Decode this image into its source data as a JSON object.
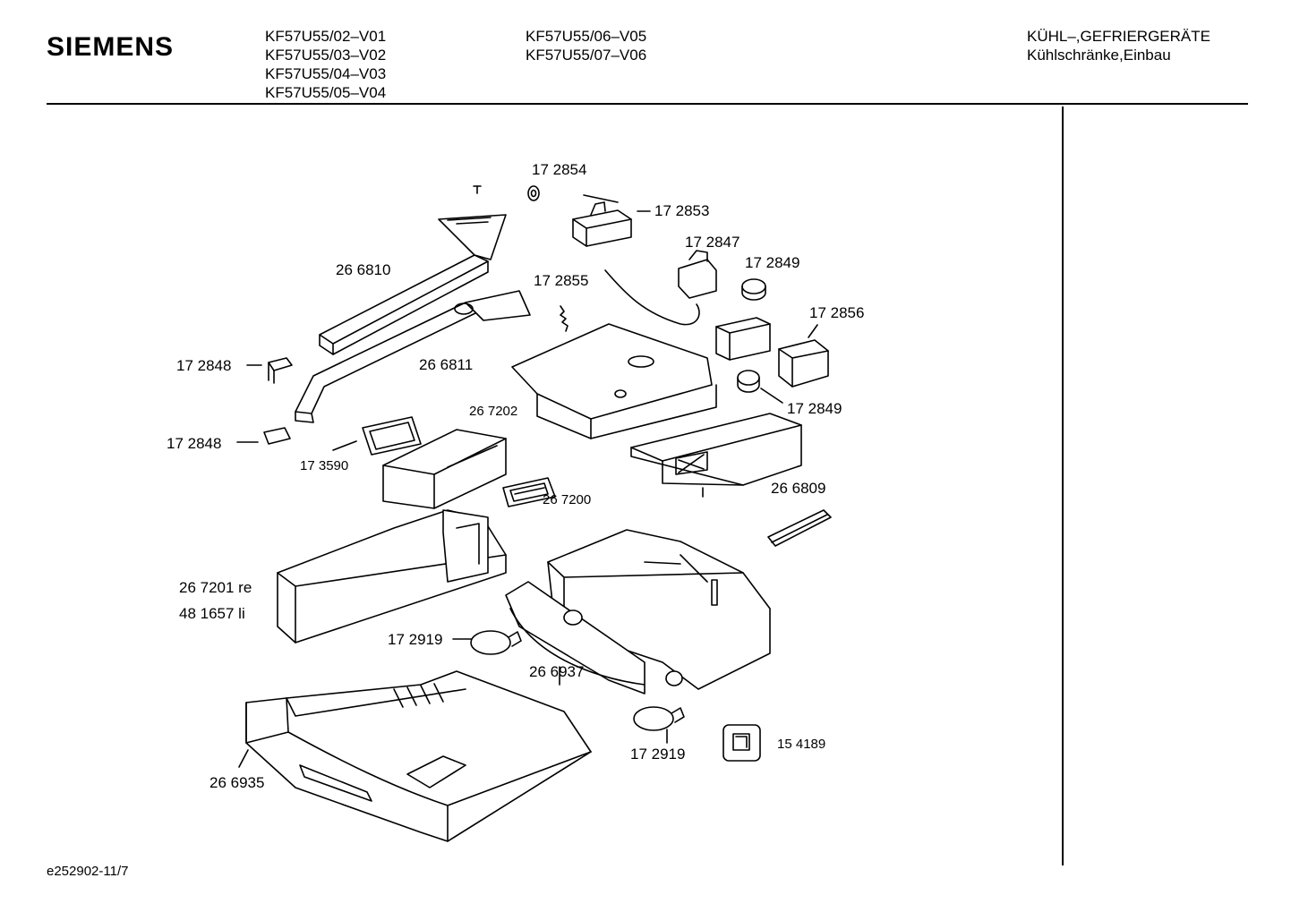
{
  "header": {
    "brand": "SIEMENS",
    "models_col1": [
      "KF57U55/02–V01",
      "KF57U55/03–V02",
      "KF57U55/04–V03",
      "KF57U55/05–V04"
    ],
    "models_col2": [
      "KF57U55/06–V05",
      "KF57U55/07–V06"
    ],
    "category_1": "KÜHL–,GEFRIERGERÄTE",
    "category_2": "Kühlschränke,Einbau"
  },
  "parts": {
    "p172854": "17 2854",
    "p172853": "17 2853",
    "p172847": "17 2847",
    "p172849a": "17 2849",
    "p266810": "26 6810",
    "p172855": "17 2855",
    "p172856": "17 2856",
    "p172848a": "17 2848",
    "p266811": "26 6811",
    "p172849b": "17 2849",
    "p267202": "26 7202",
    "p172848b": "17 2848",
    "p173590": "17 3590",
    "p267200": "26 7200",
    "p266809": "26 6809",
    "p267201": "26 7201 re",
    "p481657": "48 1657 li",
    "p172919a": "17 2919",
    "p266937": "26 6937",
    "p172919b": "17 2919",
    "p154189": "15 4189",
    "p266935": "26 6935"
  },
  "footer": {
    "doc_id": "e252902-11/7"
  }
}
